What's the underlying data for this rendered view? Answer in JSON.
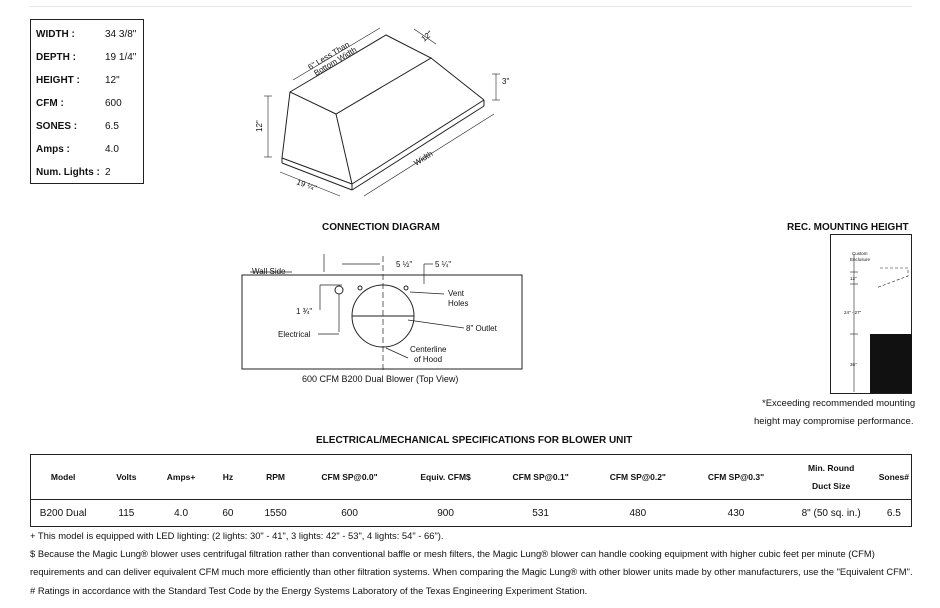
{
  "dimensions": [
    {
      "label": "WIDTH :",
      "value": "34 3/8\""
    },
    {
      "label": "DEPTH :",
      "value": "19 1/4\""
    },
    {
      "label": "HEIGHT :",
      "value": "12\""
    },
    {
      "label": "CFM :",
      "value": "600"
    },
    {
      "label": "SONES :",
      "value": "6.5"
    },
    {
      "label": "Amps :",
      "value": "4.0"
    },
    {
      "label": "Num. Lights :",
      "value": "2"
    }
  ],
  "hood_drawing": {
    "top_label_line1": "6\" Less Than",
    "top_label_line2": "Bottom Width",
    "top_depth": "12\"",
    "height_label": "12\"",
    "lip_label": "3\"",
    "depth_label": "19 ¼\"",
    "width_label": "Width"
  },
  "connection_diagram": {
    "title": "CONNECTION DIAGRAM",
    "wall_side": "Wall Side",
    "dim_a": "5 ½\"",
    "dim_b": "5 ¼\"",
    "dim_c": "1 ¾\"",
    "electrical": "Electrical",
    "vent_line1": "Vent",
    "vent_line2": "Holes",
    "outlet": "8\" Outlet",
    "center_line1": "Centerline",
    "center_line2": "of Hood",
    "caption": "600 CFM B200 Dual Blower (Top View)"
  },
  "mounting": {
    "title": "REC. MOUNTING HEIGHT",
    "enclosure_line1": "Custom",
    "enclosure_line2": "Enclosure",
    "dim_top": "12\"",
    "dim_range": "24\" - 27\"",
    "dim_bottom": "36\"",
    "note_line1": "*Exceeding recommended mounting",
    "note_line2": "height may compromise performance."
  },
  "specs": {
    "title": "ELECTRICAL/MECHANICAL SPECIFICATIONS FOR BLOWER UNIT",
    "headers": [
      "Model",
      "Volts",
      "Amps+",
      "Hz",
      "RPM",
      "CFM SP@0.0\"",
      "Equiv. CFM$",
      "CFM SP@0.1\"",
      "CFM SP@0.2\"",
      "CFM SP@0.3\"",
      "Min. Round|Duct Size",
      "Sones#"
    ],
    "row": [
      "B200 Dual",
      "115",
      "4.0",
      "60",
      "1550",
      "600",
      "900",
      "531",
      "480",
      "430",
      "8\" (50 sq. in.)",
      "6.5"
    ]
  },
  "notes": [
    "+ This model is equipped with LED lighting: (2 lights: 30\" - 41\", 3 lights: 42\" - 53\", 4 lights: 54\" - 66\").",
    "$ Because the Magic Lung® blower uses centrifugal filtration rather than conventional baffle or mesh filters, the Magic Lung® blower can handle cooking equipment with higher cubic feet per minute (CFM)",
    "requirements and can deliver equivalent CFM much more efficiently than other filtration systems. When comparing the Magic Lung® with other blower units made by other manufacturers, use the \"Equivalent CFM\".",
    "# Ratings in accordance with the Standard Test Code by the Energy Systems Laboratory of the Texas Engineering Experiment Station."
  ]
}
